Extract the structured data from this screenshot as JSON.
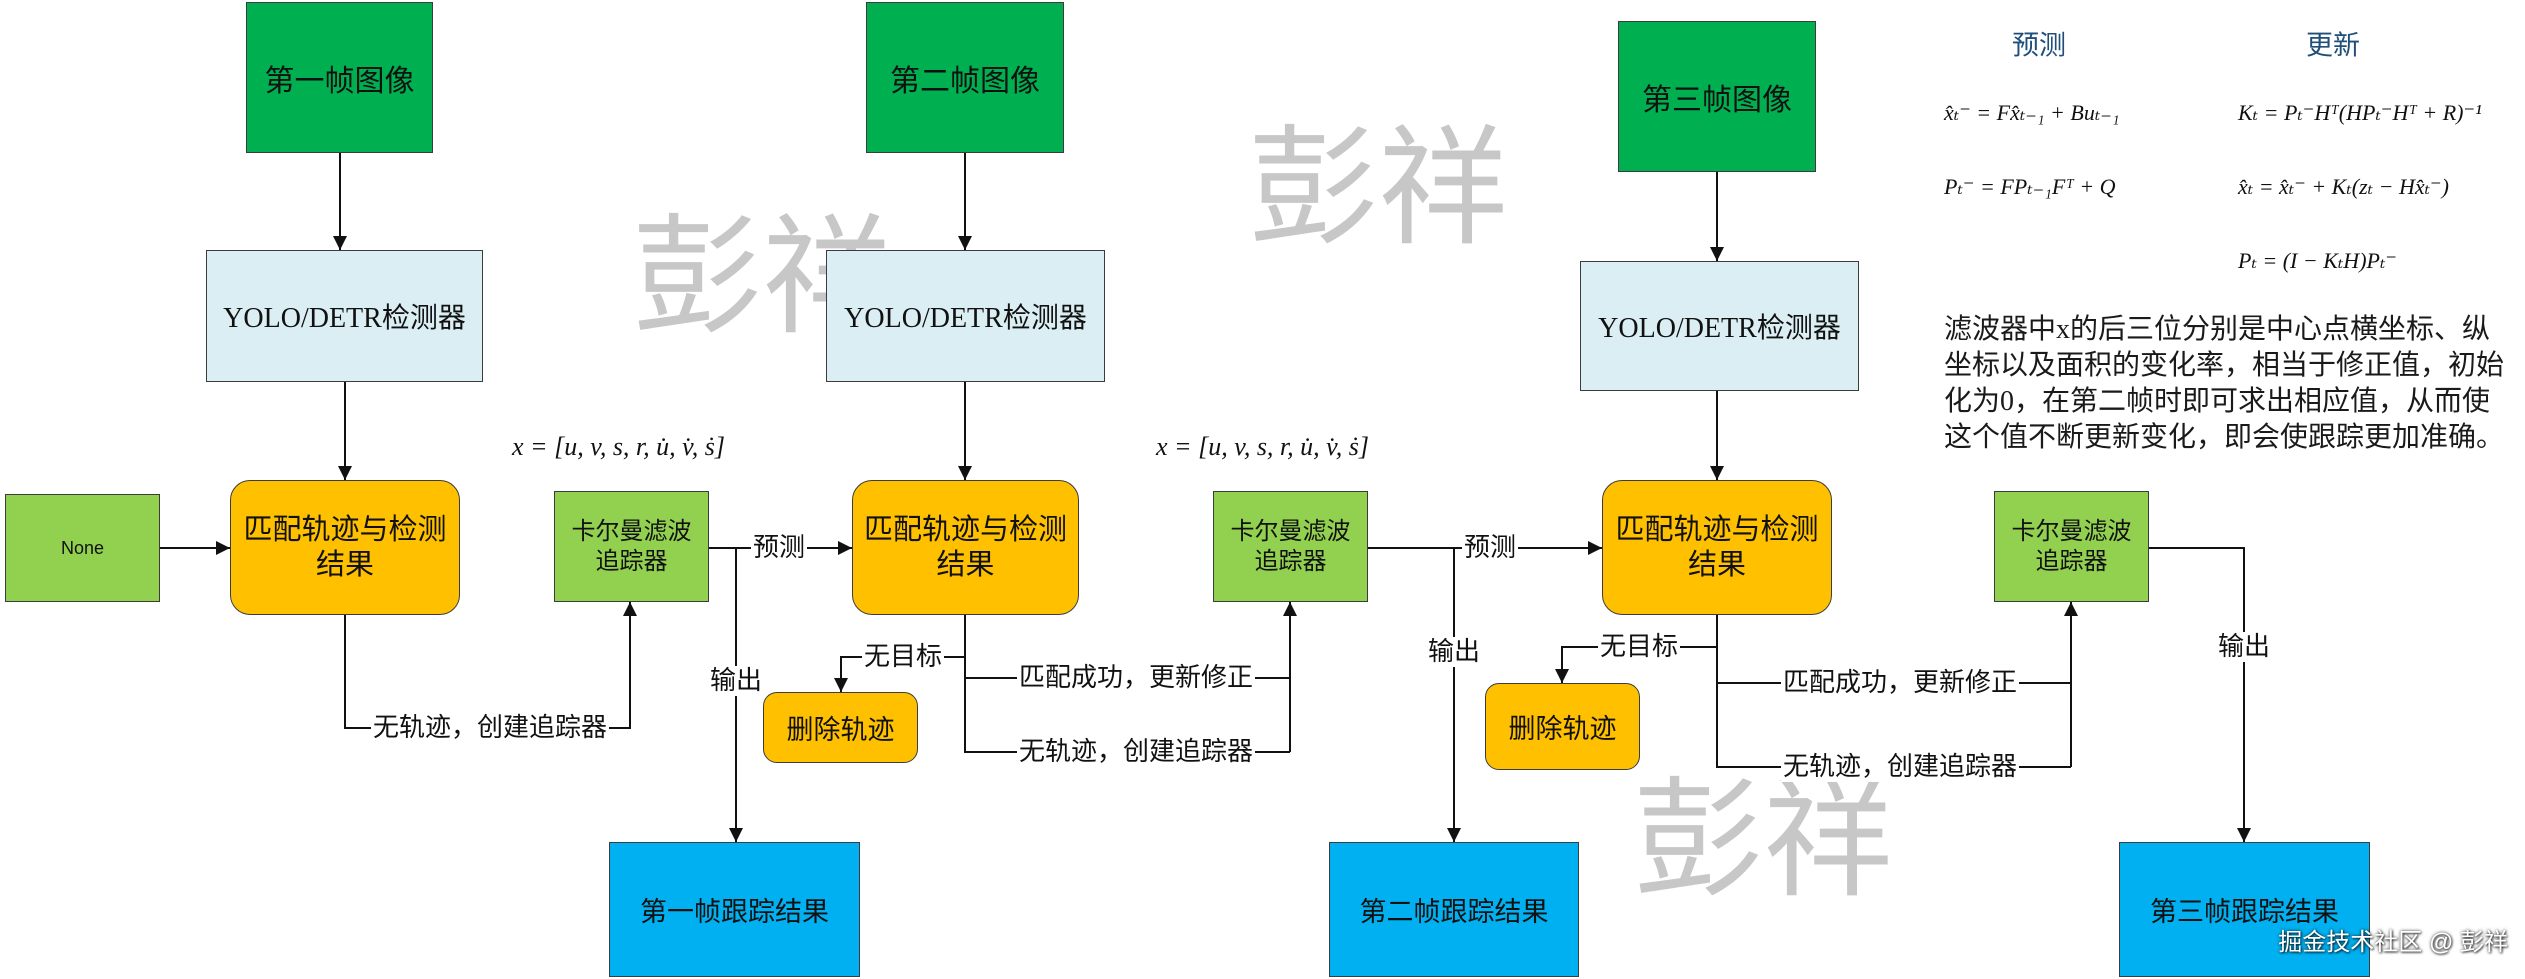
{
  "frames": [
    {
      "image_label": "第一帧图像",
      "detector_label": "YOLO/DETR检测器",
      "match_lines": [
        "匹配轨迹与检测",
        "结果"
      ],
      "result_label": "第一帧跟踪结果"
    },
    {
      "image_label": "第二帧图像",
      "detector_label": "YOLO/DETR检测器",
      "match_lines": [
        "匹配轨迹与检测",
        "结果"
      ],
      "result_label": "第二帧跟踪结果"
    },
    {
      "image_label": "第三帧图像",
      "detector_label": "YOLO/DETR检测器",
      "match_lines": [
        "匹配轨迹与检测",
        "结果"
      ],
      "result_label": "第三帧跟踪结果"
    }
  ],
  "initial_tracks_label": "None",
  "trackers": [
    {
      "lines": [
        "卡尔曼滤波",
        "追踪器"
      ],
      "state_formula": "x = [u, v, s, r, u̇, v̇, ṡ]"
    },
    {
      "lines": [
        "卡尔曼滤波",
        "追踪器"
      ],
      "state_formula": "x = [u, v, s, r, u̇, v̇, ṡ]"
    },
    {
      "lines": [
        "卡尔曼滤波",
        "追踪器"
      ]
    }
  ],
  "delete_track_label": "删除轨迹",
  "edge_labels": {
    "create_tracker": "无轨迹，创建追踪器",
    "predict": "预测",
    "output": "输出",
    "no_target": "无目标",
    "match_success": "匹配成功，更新修正"
  },
  "kalman_panel": {
    "predict_heading": "预测",
    "update_heading": "更新",
    "predict_equations": [
      "x̂ₜ⁻ = Fx̂ₜ₋₁ + Buₜ₋₁",
      "Pₜ⁻ = FPₜ₋₁Fᵀ + Q"
    ],
    "update_equations": [
      "Kₜ = Pₜ⁻Hᵀ(HPₜ⁻Hᵀ + R)⁻¹",
      "x̂ₜ = x̂ₜ⁻ + Kₜ(zₜ − Hx̂ₜ⁻)",
      "Pₜ = (I − KₜH)Pₜ⁻"
    ],
    "note": "滤波器中x的后三位分别是中心点横坐标、纵坐标以及面积的变化率，相当于修正值，初始化为0，在第二帧时即可求出相应值，从而使这个值不断更新变化，即会使跟踪更加准确。"
  },
  "watermark": "彭祥",
  "site_watermark": "掘金技术社区 @ 彭祥",
  "colors": {
    "image_box": "#00b050",
    "detector_box": "#daeef3",
    "match_box": "#ffc000",
    "tracker_box": "#92d050",
    "result_box": "#00b0f0",
    "heading": "#1f4e79"
  }
}
